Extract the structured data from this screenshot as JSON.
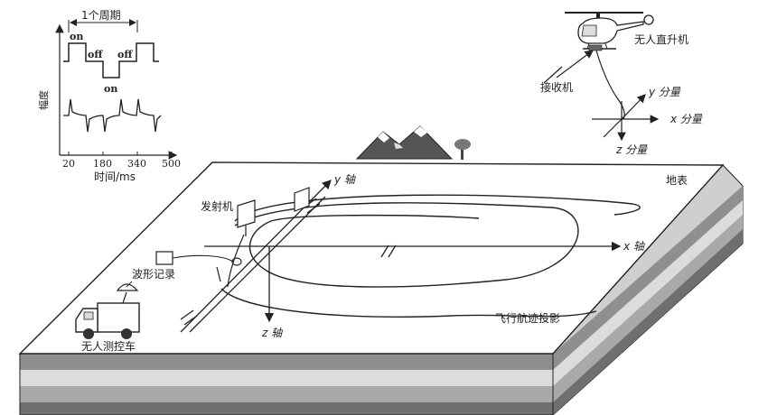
{
  "labels": {
    "period": "1个周期",
    "on_top": "on",
    "off_left": "off",
    "off_right": "off",
    "on_bottom": "on",
    "amplitude": "幅度",
    "time_axis": "时间/ms",
    "helicopter": "无人直升机",
    "receiver": "接收机",
    "y_component": "y 分量",
    "x_component": "x 分量",
    "z_component": "z 分量",
    "surface": "地表",
    "transmitter": "发射机",
    "y_axis": "y 轴",
    "x_axis": "x 轴",
    "z_axis": "z 轴",
    "waveform_record": "波形记录",
    "ground_vehicle": "无人测控车",
    "flight_projection": "飞行航迹投影"
  },
  "time_ticks": [
    "20",
    "180",
    "340",
    "500"
  ],
  "colors": {
    "ink": "#222222",
    "top_face": "#ffffff",
    "strata": [
      "#8a8a8a",
      "#d9d9d9",
      "#b5b5b5",
      "#7a7a7a"
    ],
    "side_shade": "#9a9a9a"
  }
}
